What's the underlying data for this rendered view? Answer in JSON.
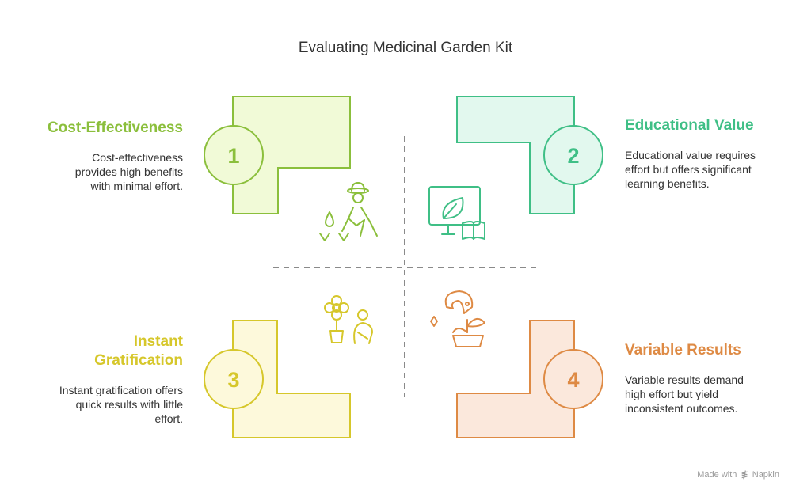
{
  "title": "Evaluating Medicinal Garden Kit",
  "quadrants": [
    {
      "number": "1",
      "heading": "Cost-Effectiveness",
      "description": [
        "Cost-effectiveness",
        "provides high benefits",
        "with minimal effort."
      ],
      "color": "#8bbf3c",
      "fill": "#f1fad7",
      "icon": "gardener-watering-icon"
    },
    {
      "number": "2",
      "heading": "Educational Value",
      "description": [
        "Educational value requires",
        "effort but offers significant",
        "learning benefits."
      ],
      "color": "#3fbf86",
      "fill": "#e2f8ee",
      "icon": "leaf-screen-book-icon"
    },
    {
      "number": "3",
      "heading": [
        "Instant",
        "Gratification"
      ],
      "description": [
        "Instant gratification offers",
        "quick results with little",
        "effort."
      ],
      "color": "#d6c72b",
      "fill": "#fdf9db",
      "icon": "flower-pot-person-icon"
    },
    {
      "number": "4",
      "heading": "Variable Results",
      "description": [
        "Variable results demand",
        "high effort but yield",
        "inconsistent outcomes."
      ],
      "color": "#de8a44",
      "fill": "#fbe8dc",
      "icon": "snake-plant-sparkle-icon"
    }
  ],
  "footer": {
    "prefix": "Made with",
    "brand": "Napkin"
  }
}
